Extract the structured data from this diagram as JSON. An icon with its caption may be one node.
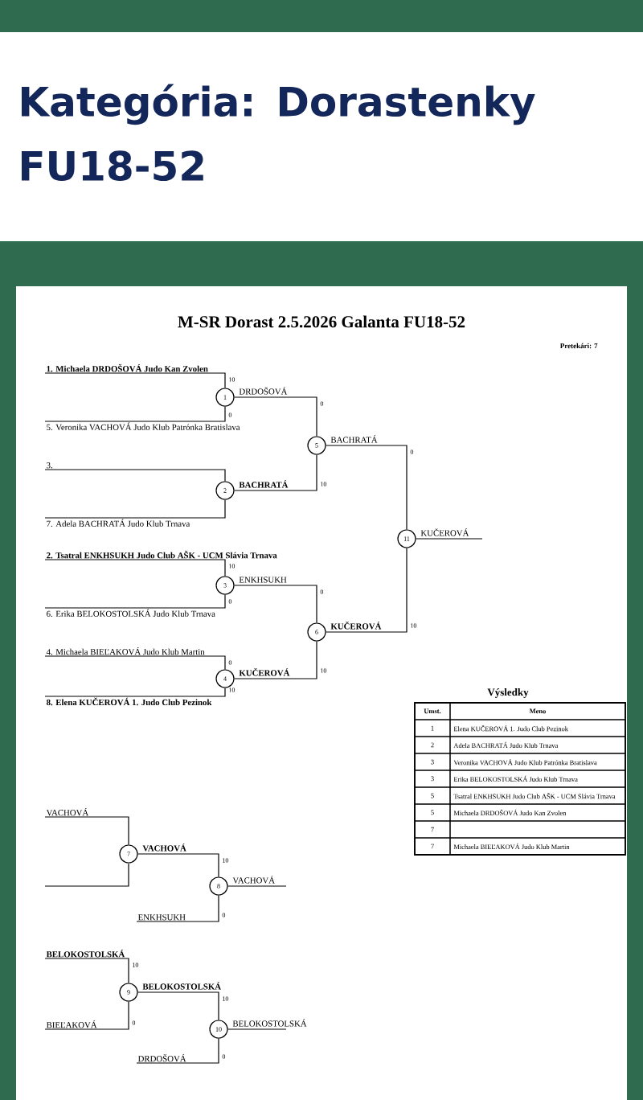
{
  "diagram": {
    "title": "Kategória: Dorastenky FU18-52",
    "nodes": [
      {
        "text": [
          "1. Michaela DRDOŠOVÁ Judo Kan Zvolen"
        ]
      },
      {
        "text": [
          "5. Veronika VACHOVÁ Judo Klub Patrónka Bratislava"
        ]
      },
      {
        "text": [
          "3."
        ]
      },
      {
        "text": [
          "7. Adela BACHRATÁ Judo Klub Trnava"
        ]
      },
      {
        "text": [
          "2. Tsatral ENKHSUKH Judo Club AŠK - UCM Slávia Trnava"
        ]
      },
      {
        "text": [
          "6. Erika BELOKOSTOLSKÁ Judo Klub Trnava"
        ]
      },
      {
        "text": [
          "4. Michaela BIEĽAKOVÁ Judo Klub Martin"
        ]
      },
      {
        "text": [
          "8. Elena KUČEROVÁ 1. Judo Club Pezinok"
        ]
      },
      {
        "text": [
          "1"
        ]
      },
      {
        "text": [
          "2"
        ]
      },
      {
        "text": [
          "3"
        ]
      },
      {
        "text": [
          "4"
        ]
      },
      {
        "text": [
          "5"
        ]
      },
      {
        "text": [
          "6"
        ]
      },
      {
        "text": [
          "7"
        ]
      },
      {
        "text": [
          "8"
        ]
      },
      {
        "text": [
          "9"
        ]
      },
      {
        "text": [
          "10"
        ]
      },
      {
        "text": [
          "11"
        ]
      },
      {
        "text": [
          "VACHOVÁ"
        ]
      },
      {
        "text": [
          "ENKHSUKH"
        ]
      },
      {
        "text": [
          "BELOKOSTOLSKÁ"
        ]
      },
      {
        "text": [
          "BIEĽAKOVÁ"
        ]
      },
      {
        "text": [
          "DRDOŠOVÁ"
        ]
      }
    ],
    "edges": [
      {
        "from": 0,
        "to": 8,
        "arrow": "none"
      },
      {
        "from": 1,
        "to": 8,
        "arrow": "none"
      },
      {
        "from": 2,
        "to": 9,
        "arrow": "none"
      },
      {
        "from": 3,
        "to": 9,
        "arrow": "none"
      },
      {
        "from": 4,
        "to": 10,
        "arrow": "none"
      },
      {
        "from": 5,
        "to": 10,
        "arrow": "none"
      },
      {
        "from": 6,
        "to": 11,
        "arrow": "none"
      },
      {
        "from": 7,
        "to": 11,
        "arrow": "none"
      },
      {
        "from": 8,
        "to": 12,
        "arrow": "none",
        "label": "DRDOŠOVÁ"
      },
      {
        "from": 9,
        "to": 12,
        "arrow": "none",
        "label": "BACHRATÁ"
      },
      {
        "from": 10,
        "to": 13,
        "arrow": "none",
        "label": "ENKHSUKH"
      },
      {
        "from": 11,
        "to": 13,
        "arrow": "none",
        "label": "KUČEROVÁ"
      },
      {
        "from": 12,
        "to": 18,
        "arrow": "none",
        "label": "BACHRATÁ"
      },
      {
        "from": 13,
        "to": 18,
        "arrow": "none",
        "label": "KUČEROVÁ"
      },
      {
        "from": 18,
        "to": null,
        "arrow": "none",
        "label": "KUČEROVÁ"
      },
      {
        "from": 19,
        "to": 14,
        "arrow": "none"
      },
      {
        "from": 14,
        "to": 15,
        "arrow": "none",
        "label": "VACHOVÁ"
      },
      {
        "from": 20,
        "to": 15,
        "arrow": "none"
      },
      {
        "from": 15,
        "to": null,
        "arrow": "none",
        "label": "VACHOVÁ"
      },
      {
        "from": 21,
        "to": 16,
        "arrow": "none"
      },
      {
        "from": 22,
        "to": 16,
        "arrow": "none"
      },
      {
        "from": 16,
        "to": 17,
        "arrow": "none",
        "label": "BELOKOSTOLSKÁ"
      },
      {
        "from": 23,
        "to": 17,
        "arrow": "none"
      },
      {
        "from": 17,
        "to": null,
        "arrow": "none",
        "label": "BELOKOSTOLSKÁ"
      }
    ],
    "labels": [
      "M-SR Dorast 2.5.2026 Galanta FU18-52",
      "Pretekári: 7",
      "10",
      "0",
      "0",
      "0",
      "10",
      "10",
      "0",
      "0",
      "10",
      "0",
      "10",
      "10",
      "Výsledky",
      "Umst.",
      "Meno",
      "1",
      "Elena KUČEROVÁ 1. Judo Club Pezinok",
      "2",
      "Adela BACHRATÁ Judo Klub Trnava",
      "3",
      "Veronika VACHOVÁ Judo Klub Patrónka Bratislava",
      "3",
      "Erika BELOKOSTOLSKÁ Judo Klub Trnava",
      "5",
      "Tsatral ENKHSUKH Judo Club AŠK - UCM Slávia Trnava",
      "5",
      "Michaela DRDOŠOVÁ Judo Kan Zvolen",
      "7",
      "7",
      "Michaela BIEĽAKOVÁ Judo Klub Martin",
      "10",
      "0",
      "10",
      "0",
      "10",
      "0"
    ]
  }
}
